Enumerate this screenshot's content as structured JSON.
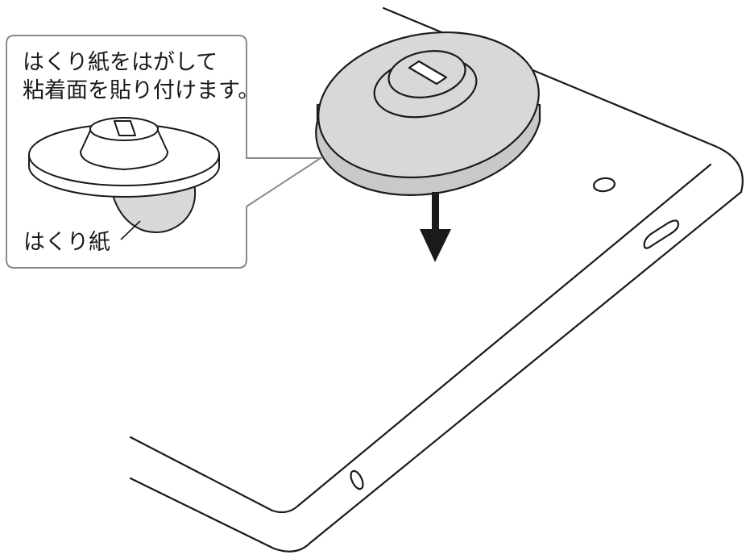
{
  "callout": {
    "line1": "はくり紙をはがして",
    "line2": "粘着面を貼り付けます。"
  },
  "labels": {
    "release_paper": "はくり紙"
  },
  "colors": {
    "line": "#1a1a1a",
    "gray_fill": "#d8d8d8",
    "gray_dark": "#c4c4c4",
    "callout_border": "#8a8a8a",
    "white": "#ffffff"
  }
}
